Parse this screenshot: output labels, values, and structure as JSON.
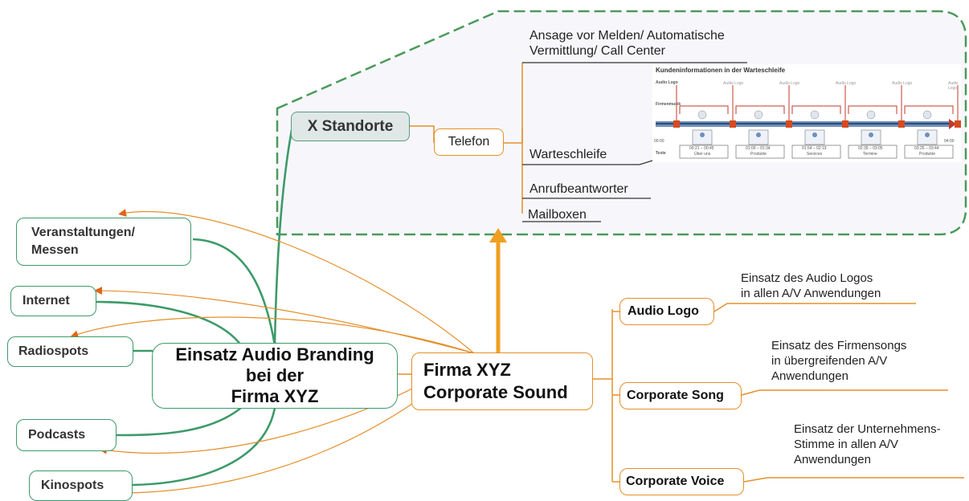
{
  "central": {
    "label": "Einsatz Audio Branding\nbei der\nFirma XYZ"
  },
  "firma": {
    "label": "Firma XYZ\nCorporate Sound"
  },
  "left_branches": [
    {
      "id": "veranstaltungen",
      "label": "Veranstaltungen/\nMessen"
    },
    {
      "id": "internet",
      "label": "Internet"
    },
    {
      "id": "radiospots",
      "label": "Radiospots"
    },
    {
      "id": "podcasts",
      "label": "Podcasts"
    },
    {
      "id": "kinospots",
      "label": "Kinospots"
    }
  ],
  "right_branches": [
    {
      "label": "Audio Logo",
      "description": "Einsatz des Audio Logos\nin allen A/V Anwendungen"
    },
    {
      "label": "Corporate Song",
      "description": "Einsatz des Firmensongs\nin übergreifenden A/V\nAnwendungen"
    },
    {
      "label": "Corporate Voice",
      "description": "Einsatz der Unternehmens-\nStimme in allen A/V\nAnwendungen"
    }
  ],
  "standorte": {
    "label": "X Standorte",
    "telefon": "Telefon",
    "items": [
      "Ansage vor Melden/ Automatische\nVermittlung/ Call Center",
      "Warteschleife",
      "Anrufbeantworter",
      "Mailboxen"
    ]
  },
  "warteschleife_chart": {
    "title": "Kundeninformationen in der Warteschleife",
    "audio_logo_label": "Audio Logo",
    "firmenmusik_label": "Firmenmusik",
    "texte_label": "Texte",
    "start_time": "00:00",
    "end_time": "04:00",
    "segments": [
      {
        "time": "00:21 – 00:45",
        "topic": "Über uns"
      },
      {
        "time": "01:09 – 01:34",
        "topic": "Produkte"
      },
      {
        "time": "01:54 – 02:19",
        "topic": "Services"
      },
      {
        "time": "02:39 – 03:05",
        "topic": "Termine"
      },
      {
        "time": "03:26 – 03:44",
        "topic": "Produkte"
      }
    ]
  },
  "colors": {
    "green": "#3d9a6a",
    "orange": "#e58f2a",
    "dash_border": "#4a9a5a",
    "standorte_fill": "#dfe8e6"
  }
}
